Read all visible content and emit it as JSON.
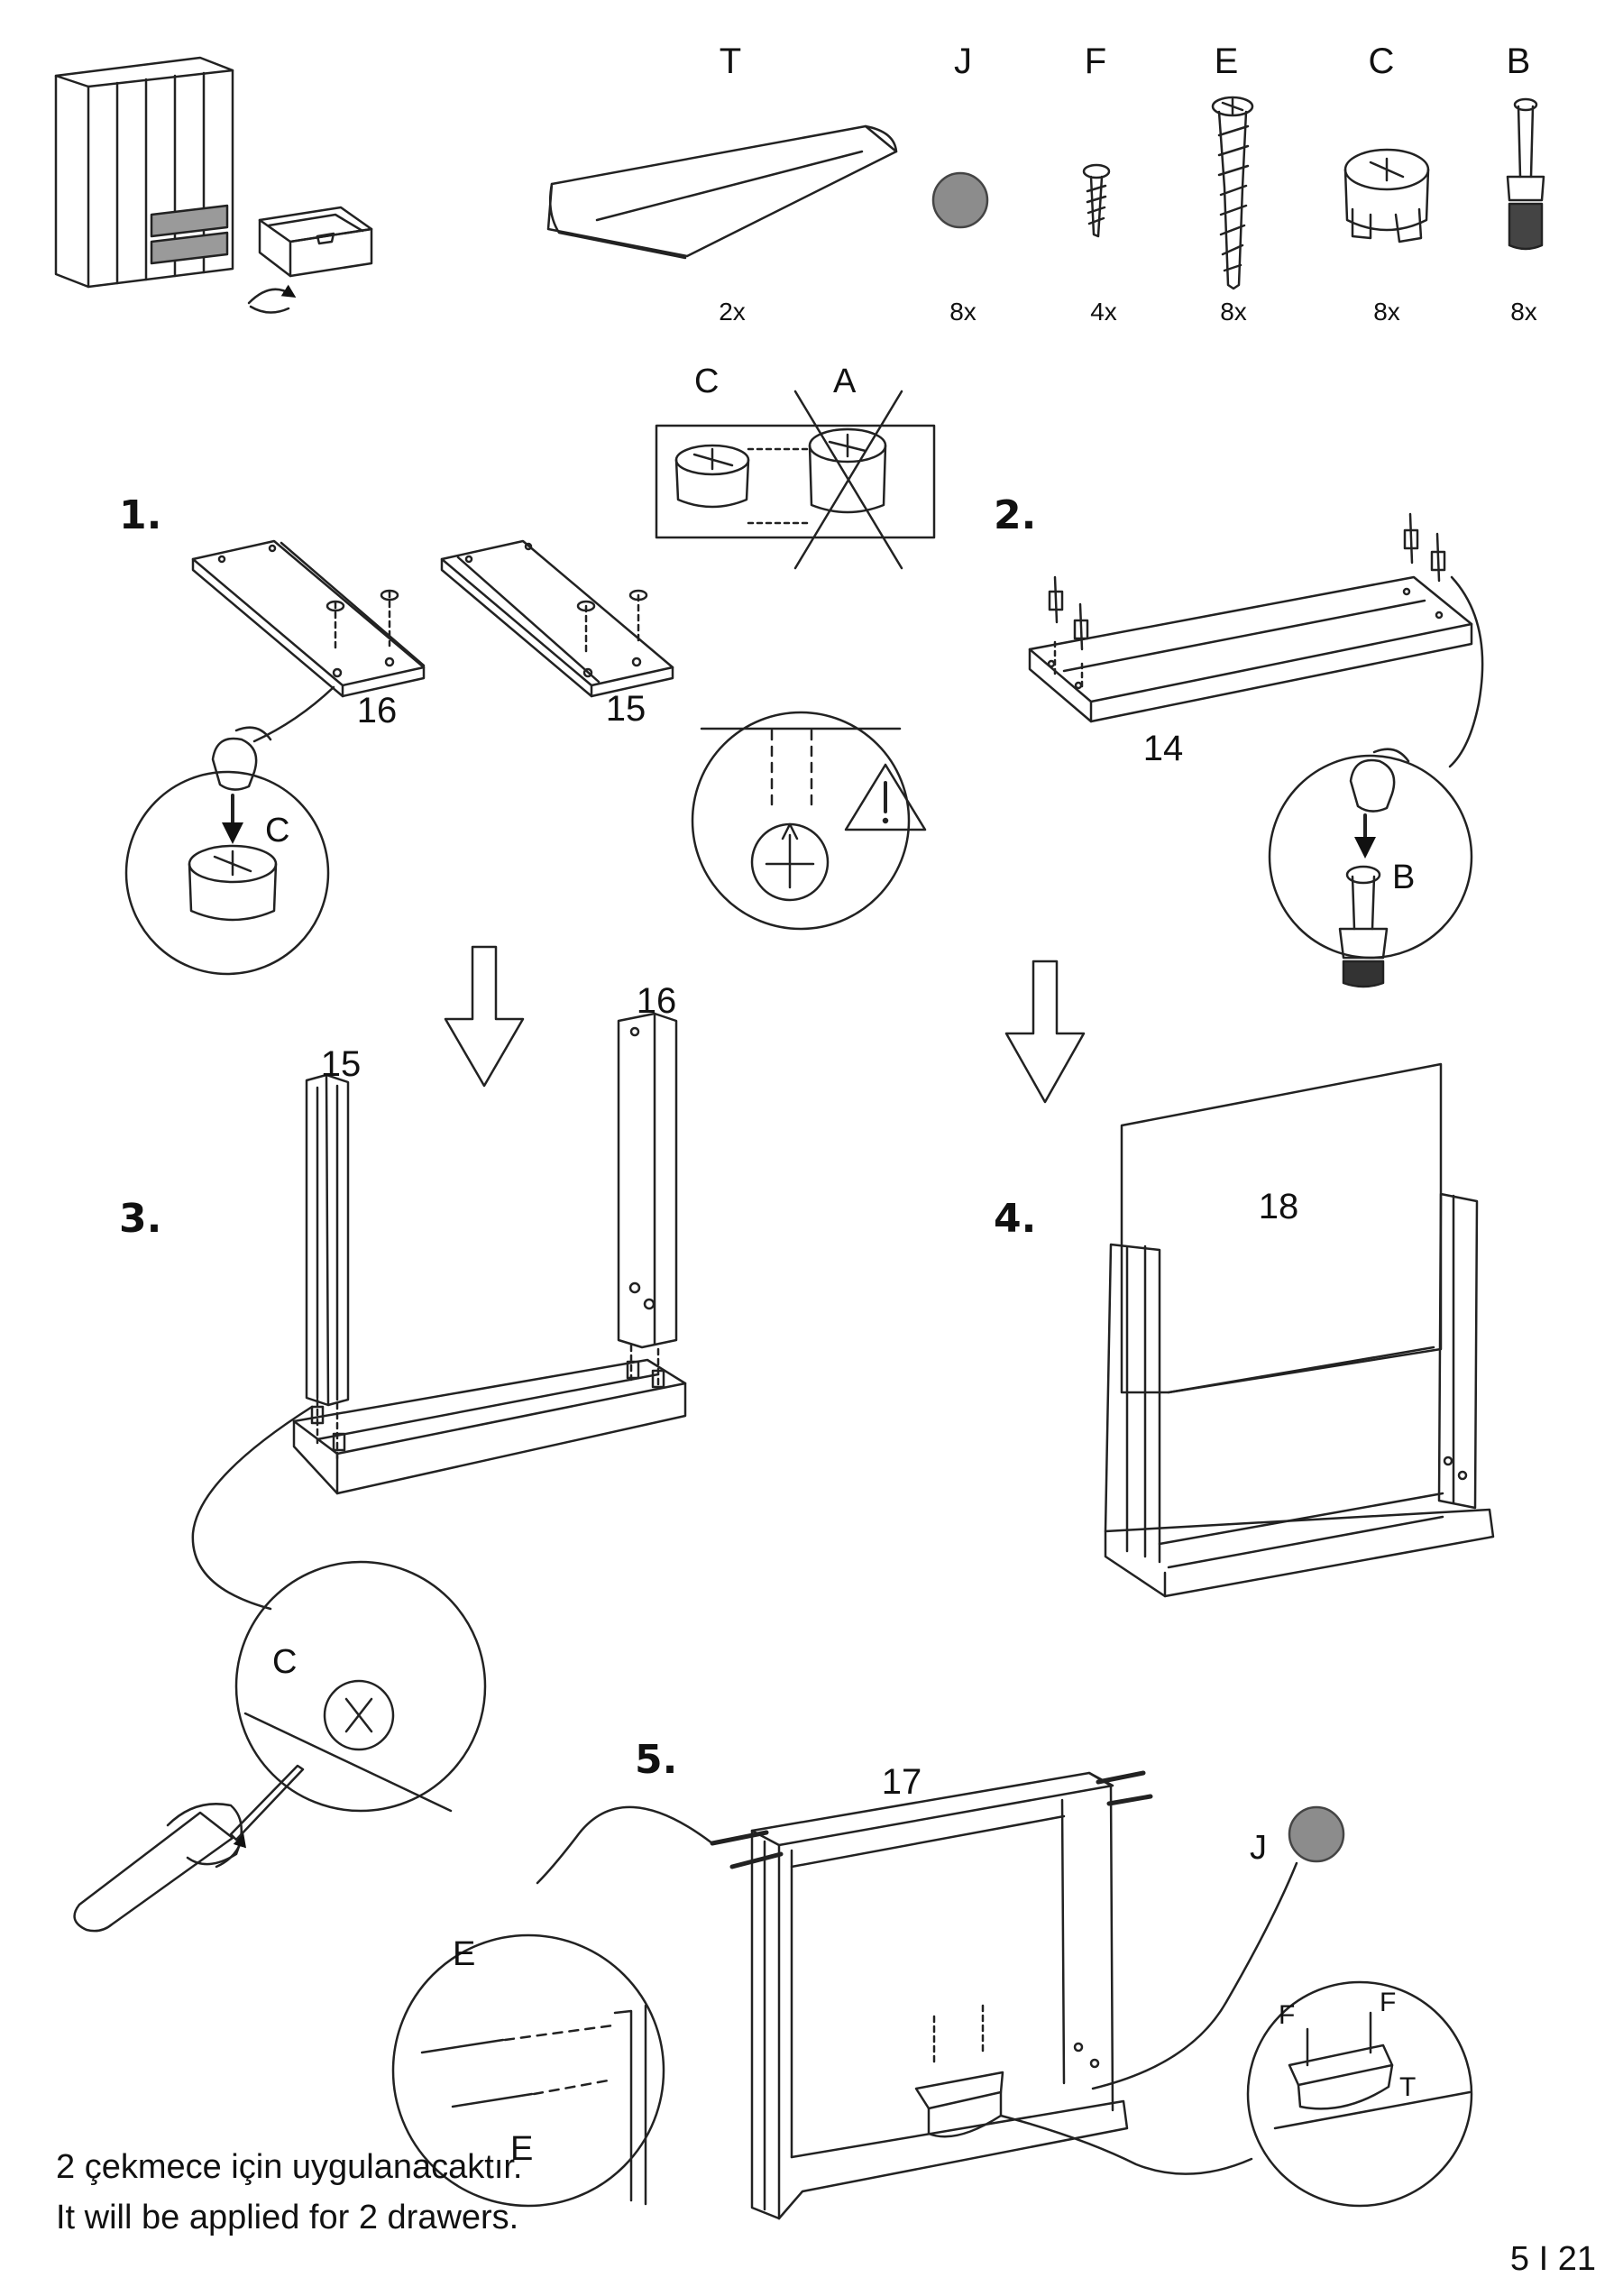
{
  "parts": [
    {
      "letter": "T",
      "qty": "2x",
      "icon": "handle-icon"
    },
    {
      "letter": "J",
      "qty": "8x",
      "icon": "cover-cap-icon"
    },
    {
      "letter": "F",
      "qty": "4x",
      "icon": "short-screw-icon"
    },
    {
      "letter": "E",
      "qty": "8x",
      "icon": "long-screw-icon"
    },
    {
      "letter": "C",
      "qty": "8x",
      "icon": "cam-lock-icon"
    },
    {
      "letter": "B",
      "qty": "8x",
      "icon": "cam-bolt-icon"
    }
  ],
  "orientation": {
    "correct": "C",
    "wrong": "A"
  },
  "steps": {
    "s1": {
      "label": "1.",
      "panels": [
        "16",
        "15"
      ],
      "callout": "C"
    },
    "s2": {
      "label": "2.",
      "panel": "14",
      "callout": "B"
    },
    "s3": {
      "label": "3.",
      "panels": [
        "15",
        "16"
      ],
      "callout": "C"
    },
    "s4": {
      "label": "4.",
      "panel": "18"
    },
    "s5": {
      "label": "5.",
      "panel": "17",
      "callouts": {
        "e1": "E",
        "e2": "E",
        "j": "J",
        "f1": "F",
        "f2": "F",
        "t": "T"
      }
    }
  },
  "note": {
    "tr": "2 çekmece için uygulanacaktır.",
    "en": "It will be applied for 2 drawers."
  },
  "page_number": "5 I 21",
  "colors": {
    "line": "#222222",
    "cap": "#8c8c8c",
    "shade": "#bdbdbd"
  }
}
